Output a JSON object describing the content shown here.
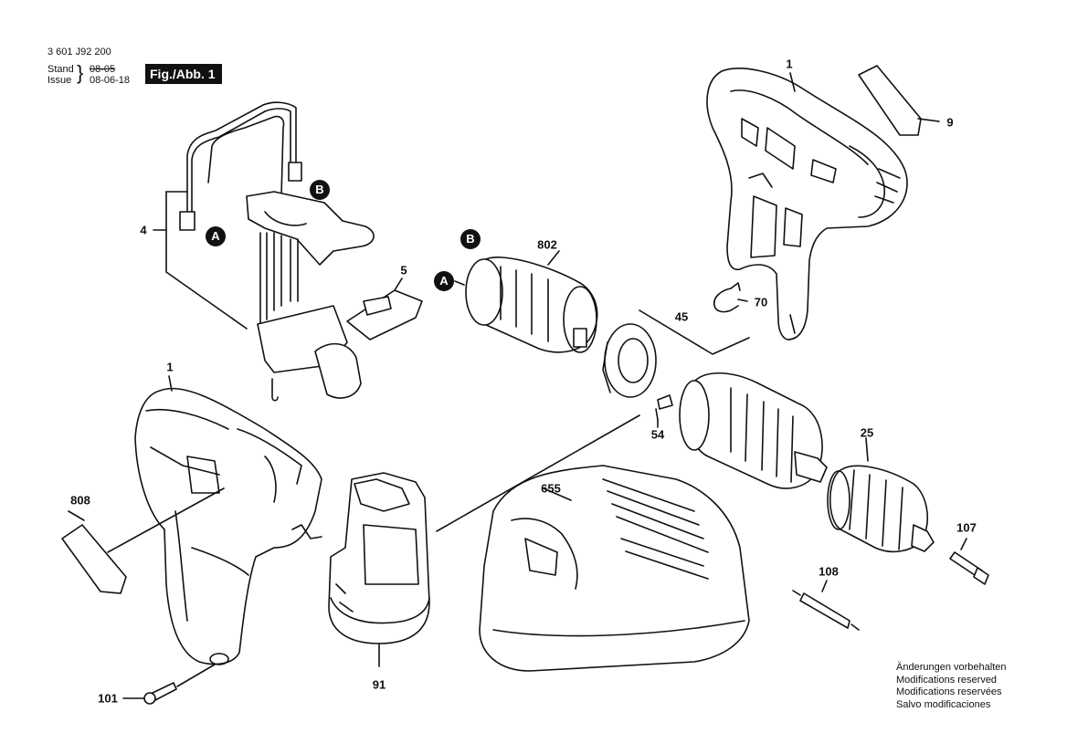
{
  "header": {
    "doc_number": "3 601 J92 200",
    "stand_label": "Stand",
    "issue_label": "Issue",
    "stand_date": "08-05",
    "issue_date": "08-06-18",
    "figure_label": "Fig./Abb. 1"
  },
  "parts": [
    {
      "id": "p1a",
      "label": "1"
    },
    {
      "id": "p9",
      "label": "9"
    },
    {
      "id": "p4",
      "label": "4"
    },
    {
      "id": "p5",
      "label": "5"
    },
    {
      "id": "p802",
      "label": "802"
    },
    {
      "id": "p70",
      "label": "70"
    },
    {
      "id": "p45",
      "label": "45"
    },
    {
      "id": "p1b",
      "label": "1"
    },
    {
      "id": "p54",
      "label": "54"
    },
    {
      "id": "p25",
      "label": "25"
    },
    {
      "id": "p808",
      "label": "808"
    },
    {
      "id": "p655",
      "label": "655"
    },
    {
      "id": "p107",
      "label": "107"
    },
    {
      "id": "p108",
      "label": "108"
    },
    {
      "id": "p91",
      "label": "91"
    },
    {
      "id": "p101",
      "label": "101"
    }
  ],
  "connectors": [
    {
      "id": "b1",
      "letter": "B"
    },
    {
      "id": "a1",
      "letter": "A"
    },
    {
      "id": "b2",
      "letter": "B"
    },
    {
      "id": "a2",
      "letter": "A"
    }
  ],
  "modifications": [
    "Änderungen vorbehalten",
    "Modifications reserved",
    "Modifications reservées",
    "Salvo modificaciones"
  ]
}
